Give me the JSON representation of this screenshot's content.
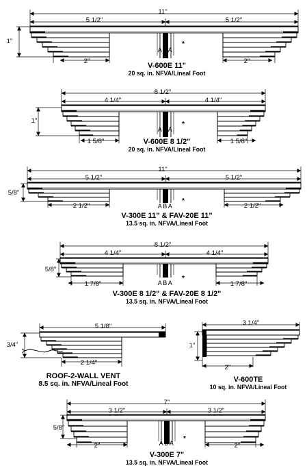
{
  "vents": [
    {
      "name": "v600e-11",
      "dims": {
        "total": "11\"",
        "left_half": "5 1/2\"",
        "right_half": "5 1/2\"",
        "height": "1\"",
        "left_leg": "2\"",
        "right_leg": "2\""
      },
      "marker": "ABA",
      "star": "*",
      "title": "V-600E  11\"",
      "subtitle": "20 sq. in. NFVA/Lineal Foot"
    },
    {
      "name": "v600e-8-5",
      "dims": {
        "total": "8 1/2\"",
        "left_half": "4 1/4\"",
        "right_half": "4 1/4\"",
        "height": "1\"",
        "left_leg": "1 5/8\"",
        "right_leg": "1 5/8\""
      },
      "marker": "ABA",
      "star": "*",
      "title": "V-600E  8 1/2\"",
      "subtitle": "20 sq. in. NFVA/Lineal Foot"
    },
    {
      "name": "v300e-11",
      "dims": {
        "total": "11\"",
        "left_half": "5 1/2\"",
        "right_half": "5 1/2\"",
        "height": "5/8\"",
        "left_leg": "2 1/2\"",
        "right_leg": "2 1/2\""
      },
      "marker": "ABA",
      "star": "*",
      "title": "V-300E  11\" & FAV-20E 11\"",
      "subtitle": "13.5 sq. in. NFVA/Lineal Foot"
    },
    {
      "name": "v300e-8-5",
      "dims": {
        "total": "8 1/2\"",
        "left_half": "4 1/4\"",
        "right_half": "4 1/4\"",
        "height": "5/8\"",
        "left_leg": "1 7/8\"",
        "right_leg": "1 7/8\""
      },
      "marker": "ABA",
      "star": "*",
      "title": "V-300E  8 1/2\" & FAV-20E 8 1/2\"",
      "subtitle": "13.5 sq. in. NFVA/Lineal Foot"
    },
    {
      "name": "roof-2-wall",
      "dims": {
        "total": "5 1/8\"",
        "height": "3/4\"",
        "leg": "2 1/4\""
      },
      "title": "ROOF-2-WALL VENT",
      "subtitle": "8.5 sq. in. NFVA/Lineal Foot"
    },
    {
      "name": "v600te",
      "dims": {
        "total": "3 1/4\"",
        "height": "1\"",
        "leg": "2\""
      },
      "title": "V-600TE",
      "subtitle": "10 sq. in. NFVA/Lineal Foot"
    },
    {
      "name": "v300e-7",
      "dims": {
        "total": "7\"",
        "left_half": "3 1/2\"",
        "right_half": "3 1/2\"",
        "height": "5/8\"",
        "left_leg": "2\"",
        "right_leg": "2\""
      },
      "marker": "ABA",
      "star": "*",
      "title": "V-300E  7\"",
      "subtitle": "13.5 sq. in. NFVA/Lineal Foot"
    }
  ]
}
